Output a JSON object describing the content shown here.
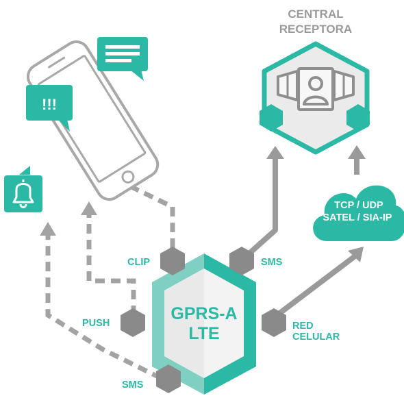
{
  "central": {
    "line1": "CENTRAL",
    "line2": "RECEPTORA"
  },
  "device": {
    "line1": "GPRS-A",
    "line2": "LTE"
  },
  "cloud": {
    "line1": "TCP / UDP",
    "line2": "SATEL / SIA-IP"
  },
  "connections": {
    "clip": "CLIP",
    "sms_central": "SMS",
    "push": "PUSH",
    "sms_phone": "SMS",
    "red_line1": "RED",
    "red_line2": "CELULAR"
  },
  "phone": {
    "alert_text": "!!!"
  },
  "colors": {
    "teal": "#2bb8a4",
    "teal_light": "#7fd0c3",
    "gray": "#8a8a8a",
    "gray_light": "#e6e6e6",
    "dashed": "#a3a3a3"
  },
  "icons": [
    "message-bubble-icon",
    "alert-bubble-icon",
    "bell-icon",
    "operator-icon",
    "cloud-icon"
  ]
}
